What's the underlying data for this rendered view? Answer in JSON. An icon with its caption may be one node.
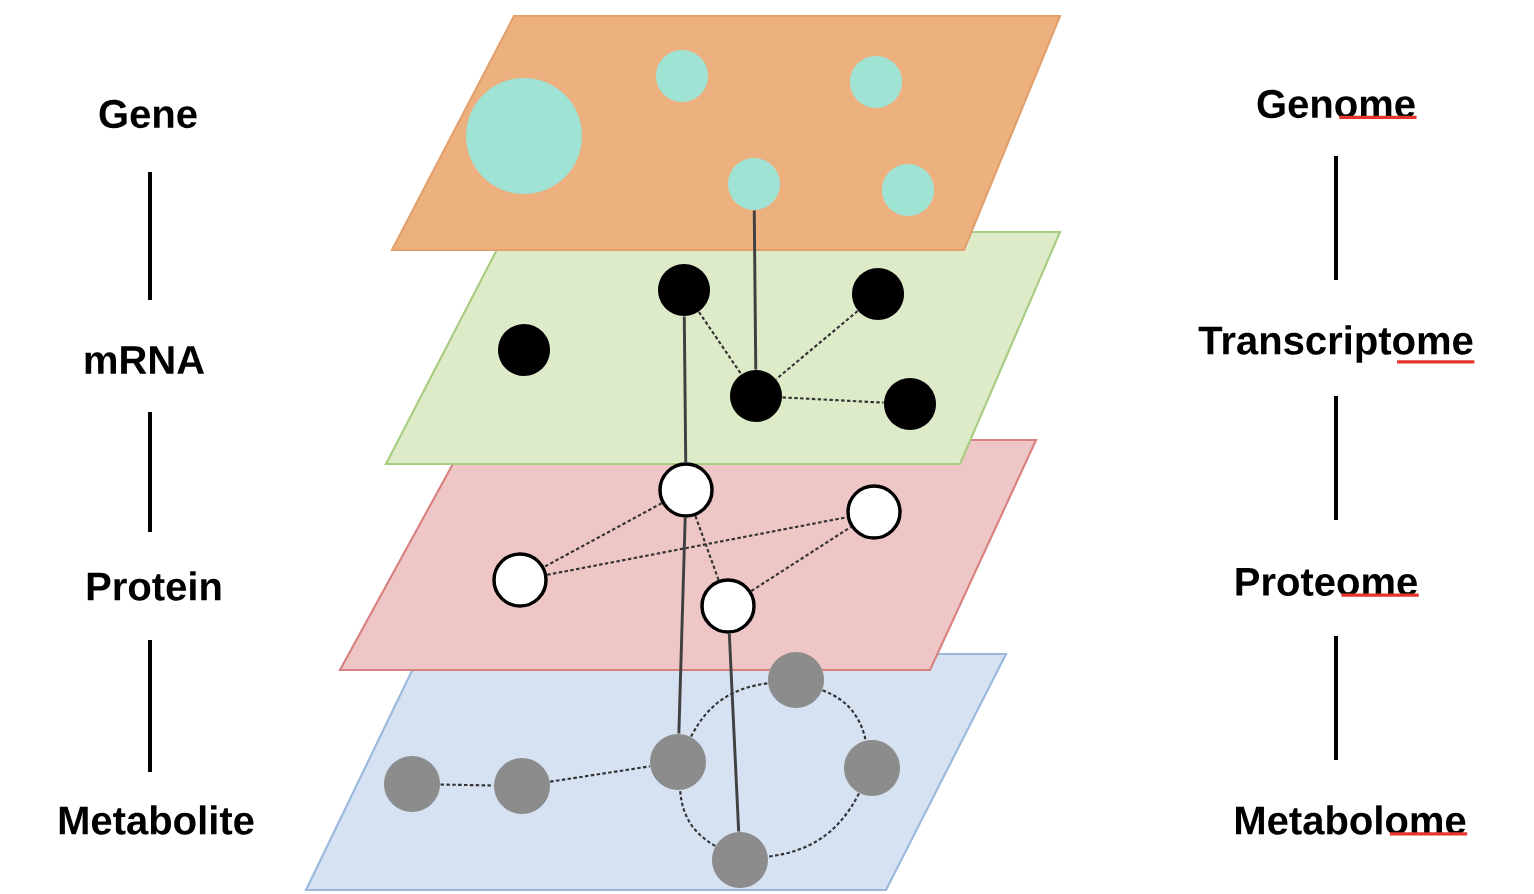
{
  "diagram": {
    "nodes": [
      {
        "text": [],
        "shape": "box"
      },
      {
        "text": [],
        "shape": "circle",
        "in": 0
      },
      {
        "text": [],
        "shape": "circle",
        "in": 0
      },
      {
        "text": [],
        "shape": "circle",
        "in": 0
      },
      {
        "text": [],
        "shape": "circle",
        "in": 0
      },
      {
        "text": [],
        "shape": "circle",
        "in": 0
      },
      {
        "text": [],
        "shape": "box"
      },
      {
        "text": [],
        "shape": "circle",
        "in": 6
      },
      {
        "text": [],
        "shape": "circle",
        "in": 6
      },
      {
        "text": [],
        "shape": "circle",
        "in": 6
      },
      {
        "text": [],
        "shape": "circle",
        "in": 6
      },
      {
        "text": [],
        "shape": "circle",
        "in": 6
      },
      {
        "text": [],
        "shape": "box"
      },
      {
        "text": [],
        "shape": "circle",
        "in": 12
      },
      {
        "text": [],
        "shape": "circle",
        "in": 12
      },
      {
        "text": [],
        "shape": "circle",
        "in": 12
      },
      {
        "text": [],
        "shape": "circle",
        "in": 12
      },
      {
        "text": [],
        "shape": "box"
      },
      {
        "text": [],
        "shape": "circle",
        "in": 17
      },
      {
        "text": [],
        "shape": "circle",
        "in": 17
      },
      {
        "text": [],
        "shape": "circle",
        "in": 17
      },
      {
        "text": [],
        "shape": "circle",
        "in": 17
      },
      {
        "text": [],
        "shape": "circle",
        "in": 17
      },
      {
        "text": [],
        "shape": "circle",
        "in": 17
      }
    ],
    "edges": [
      {
        "from": 4,
        "to": 9,
        "arrow": "none"
      },
      {
        "from": 8,
        "to": 9,
        "arrow": "none",
        "style": "dashed"
      },
      {
        "from": 10,
        "to": 9,
        "arrow": "none",
        "style": "dashed"
      },
      {
        "from": 9,
        "to": 11,
        "arrow": "none",
        "style": "dashed"
      },
      {
        "from": 8,
        "to": 13,
        "arrow": "none"
      },
      {
        "from": 13,
        "to": 20,
        "arrow": "none"
      },
      {
        "from": 13,
        "to": 15,
        "arrow": "none",
        "style": "dashed"
      },
      {
        "from": 15,
        "to": 14,
        "arrow": "none",
        "style": "dashed"
      },
      {
        "from": 13,
        "to": 16,
        "arrow": "none",
        "style": "dashed"
      },
      {
        "from": 16,
        "to": 14,
        "arrow": "none",
        "style": "dashed"
      },
      {
        "from": 16,
        "to": 23,
        "arrow": "none"
      },
      {
        "from": 18,
        "to": 19,
        "arrow": "none",
        "style": "dashed"
      },
      {
        "from": 19,
        "to": 20,
        "arrow": "none",
        "style": "dashed"
      },
      {
        "from": 20,
        "to": 21,
        "arrow": "none",
        "style": "dashed"
      },
      {
        "from": 21,
        "to": 22,
        "arrow": "none",
        "style": "dashed"
      },
      {
        "from": 22,
        "to": 23,
        "arrow": "none",
        "style": "dashed"
      },
      {
        "from": 23,
        "to": 20,
        "arrow": "none",
        "style": "dashed"
      }
    ],
    "labels": [
      "Gene",
      "Genome",
      "mRNA",
      "Transcriptome",
      "Protein",
      "Proteome",
      "Metabolite",
      "Metabolome"
    ]
  }
}
